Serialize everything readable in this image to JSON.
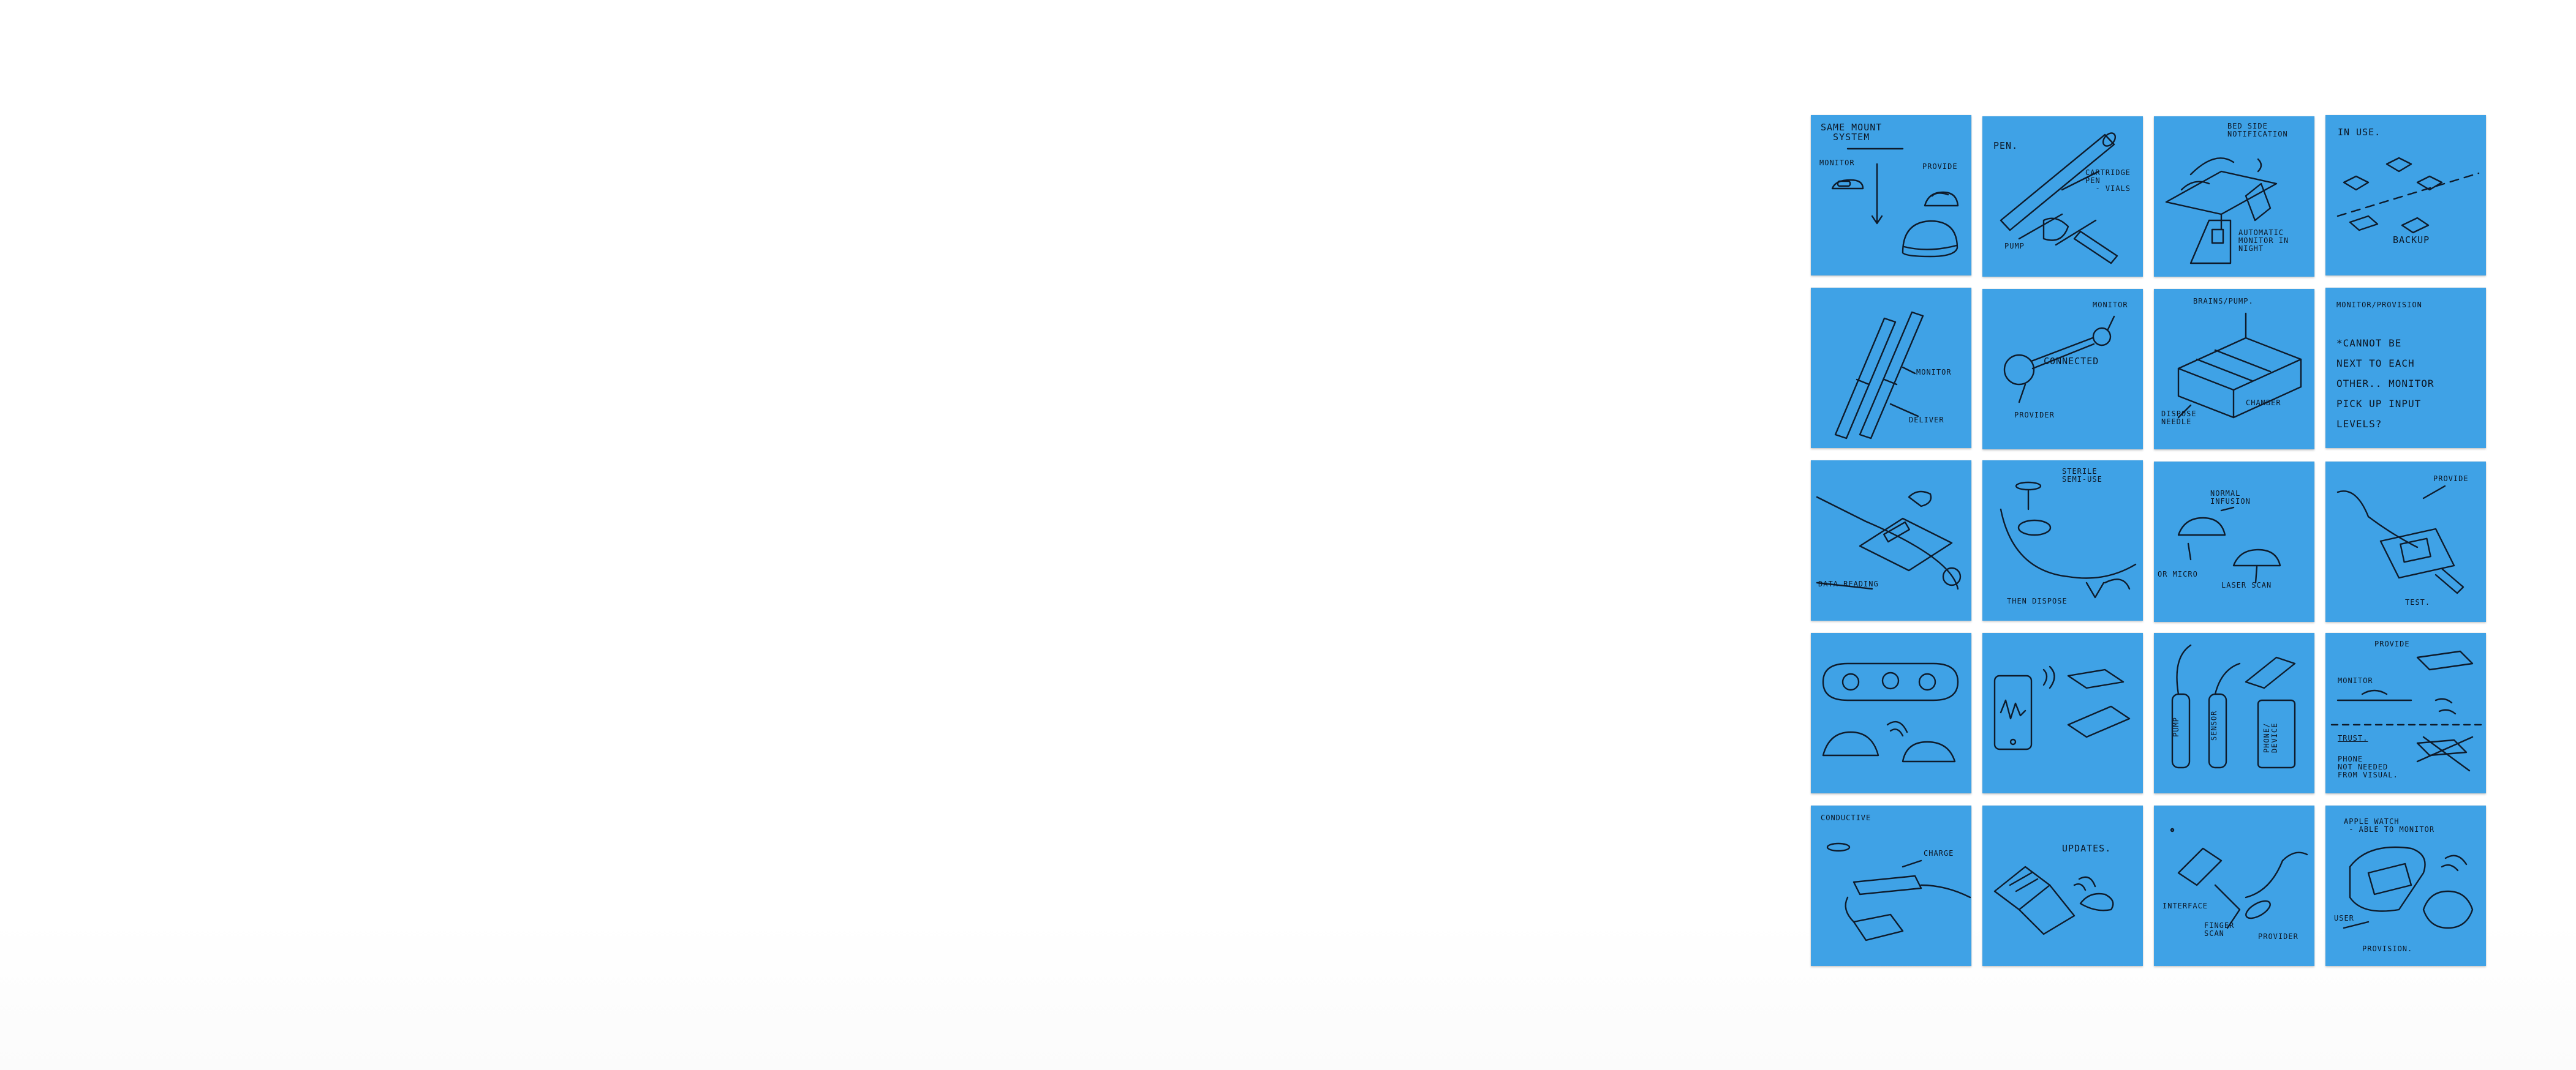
{
  "notes": [
    {
      "id": 1,
      "labels": [
        "SAME MOUNT\n  SYSTEM",
        "MONITOR",
        "PROVIDE"
      ]
    },
    {
      "id": 2,
      "labels": [
        "PEN.",
        "CARTRIDGE\nPEN\n  - VIALS",
        "PUMP"
      ]
    },
    {
      "id": 3,
      "labels": [
        "BED SIDE\nNOTIFICATION",
        "AUTOMATIC\nMONITOR IN\nNIGHT"
      ]
    },
    {
      "id": 4,
      "labels": [
        "IN USE.",
        "BACKUP"
      ]
    },
    {
      "id": 5,
      "labels": [
        "MONITOR",
        "DELIVER"
      ]
    },
    {
      "id": 6,
      "labels": [
        "MONITOR",
        "CONNECTED",
        "PROVIDER"
      ]
    },
    {
      "id": 7,
      "labels": [
        "BRAINS/PUMP.",
        "DISPOSE\nNEEDLE",
        "CHAMBER"
      ]
    },
    {
      "id": 8,
      "labels": [
        "MONITOR/PROVISION",
        "*CANNOT BE\nNEXT TO EACH\nOTHER.. MONITOR\nPICK UP INPUT\nLEVELS?"
      ]
    },
    {
      "id": 9,
      "labels": [
        "DATA READING"
      ]
    },
    {
      "id": 10,
      "labels": [
        "STERILE\nSEMI-USE",
        "THEN DISPOSE"
      ]
    },
    {
      "id": 11,
      "labels": [
        "NORMAL\nINFUSION",
        "OR MICRO",
        "LASER SCAN"
      ]
    },
    {
      "id": 12,
      "labels": [
        "PROVIDE",
        "TEST."
      ]
    },
    {
      "id": 13,
      "labels": []
    },
    {
      "id": 14,
      "labels": []
    },
    {
      "id": 15,
      "labels": [
        "PUMP",
        "SENSOR",
        "PHONE/\nDEVICE"
      ]
    },
    {
      "id": 16,
      "labels": [
        "PROVIDE",
        "MONITOR",
        "TRUST.",
        "PHONE\nNOT NEEDED\nFROM VISUAL."
      ]
    },
    {
      "id": 17,
      "labels": [
        "CONDUCTIVE",
        "CHARGE"
      ]
    },
    {
      "id": 18,
      "labels": [
        "UPDATES."
      ]
    },
    {
      "id": 19,
      "labels": [
        "INTERFACE",
        "FINGER\nSCAN",
        "PROVIDER"
      ]
    },
    {
      "id": 20,
      "labels": [
        "APPLE WATCH\n - ABLE TO MONITOR",
        "USER",
        "PROVISION."
      ]
    }
  ],
  "colors": {
    "note": "#3fa2e6",
    "ink": "#0e1b2b",
    "background": "#ffffff"
  }
}
